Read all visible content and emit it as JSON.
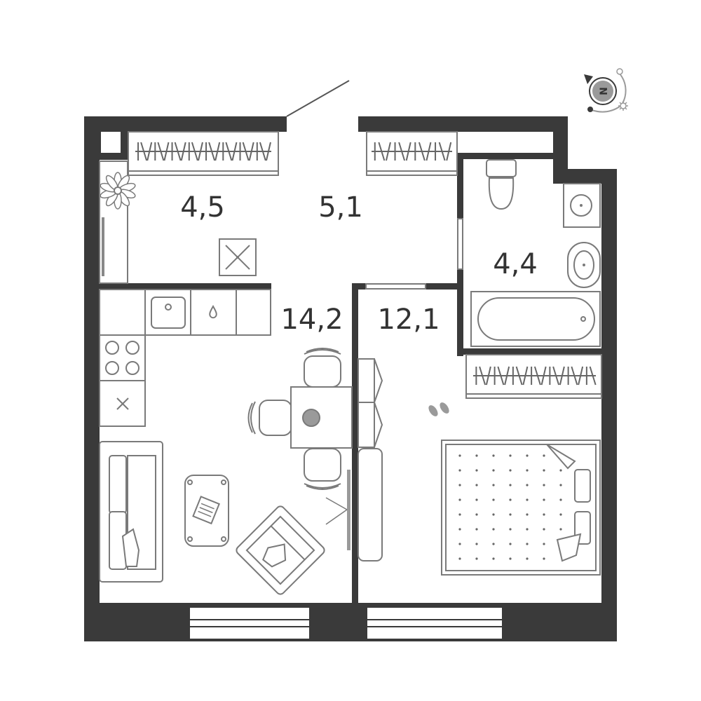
{
  "plan": {
    "colors": {
      "wall": "#3a3a3a",
      "furniture_stroke": "#7a7a7a",
      "furniture_fill": "#ffffff",
      "label": "#333333",
      "compass_disc": "#9a9a9a"
    },
    "compass": {
      "letter": "N",
      "icon": "compass-icon"
    },
    "rooms": [
      {
        "id": "storage",
        "area": "4,5"
      },
      {
        "id": "hallway",
        "area": "5,1"
      },
      {
        "id": "kitchen-living",
        "area": "14,2"
      },
      {
        "id": "bedroom",
        "area": "12,1"
      },
      {
        "id": "bathroom",
        "area": "4,4"
      }
    ],
    "fixtures": [
      "wardrobe-icon",
      "plant-icon",
      "washing-machine-icon",
      "kitchen-sink-icon",
      "stove-icon",
      "dining-table-icon",
      "chair-icon",
      "sofa-icon",
      "coffee-table-icon",
      "armchair-icon",
      "toilet-icon",
      "washbasin-icon",
      "bathtub-icon",
      "bed-icon",
      "slippers-icon",
      "door-icon",
      "window-icon"
    ]
  }
}
